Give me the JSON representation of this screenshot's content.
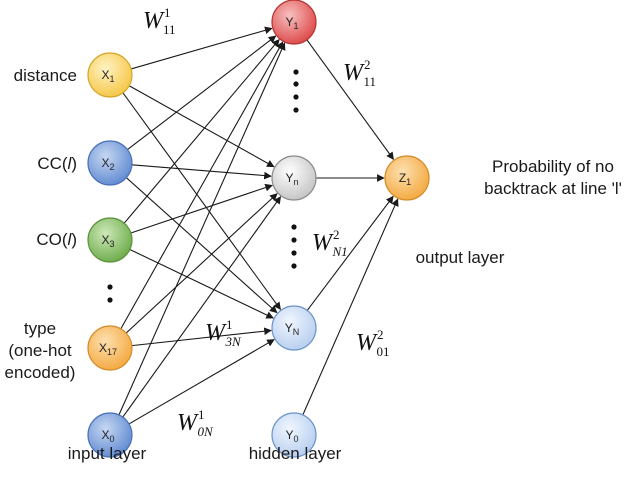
{
  "input_layer": {
    "label": "input layer",
    "nodes": [
      {
        "key": "x1",
        "text": "X",
        "sub": "1",
        "feature": "distance"
      },
      {
        "key": "x2",
        "text": "X",
        "sub": "2",
        "feature": "CC(l)"
      },
      {
        "key": "x3",
        "text": "X",
        "sub": "3",
        "feature": "CO(l)"
      },
      {
        "key": "x17",
        "text": "X",
        "sub": "17",
        "feature": "type\n(one-hot\nencoded)"
      },
      {
        "key": "x0",
        "text": "X",
        "sub": "0",
        "feature": ""
      }
    ]
  },
  "hidden_layer": {
    "label": "hidden layer",
    "nodes": [
      {
        "key": "y1",
        "text": "Y",
        "sub": "1"
      },
      {
        "key": "yn",
        "text": "Y",
        "sub": "n"
      },
      {
        "key": "yN",
        "text": "Y",
        "sub": "N"
      },
      {
        "key": "y0",
        "text": "Y",
        "sub": "0"
      }
    ]
  },
  "output_layer": {
    "label": "output layer",
    "nodes": [
      {
        "key": "z1",
        "text": "Z",
        "sub": "1"
      }
    ],
    "description": "Probability of no\nbacktrack at line 'l'"
  },
  "weights": [
    {
      "key": "w11_1",
      "sym": "W",
      "sup": "1",
      "sub": "11"
    },
    {
      "key": "w11_2",
      "sym": "W",
      "sup": "2",
      "sub": "11"
    },
    {
      "key": "wN1_2",
      "sym": "W",
      "sup": "2",
      "sub": "N1"
    },
    {
      "key": "w3N_1",
      "sym": "W",
      "sup": "1",
      "sub": "3N"
    },
    {
      "key": "w01_2",
      "sym": "W",
      "sup": "2",
      "sub": "01"
    },
    {
      "key": "w0N_1",
      "sym": "W",
      "sup": "1",
      "sub": "0N"
    }
  ],
  "colors": {
    "input_yellow": "#fbd66e",
    "input_blue": "#7fa3dc",
    "input_green": "#8dc26b",
    "input_orange": "#f9be6b",
    "hidden_red": "#ea6b6b",
    "hidden_gray": "#d9d9d9",
    "hidden_lightblue": "#cfe0f5",
    "output_orange": "#f9be6b"
  }
}
